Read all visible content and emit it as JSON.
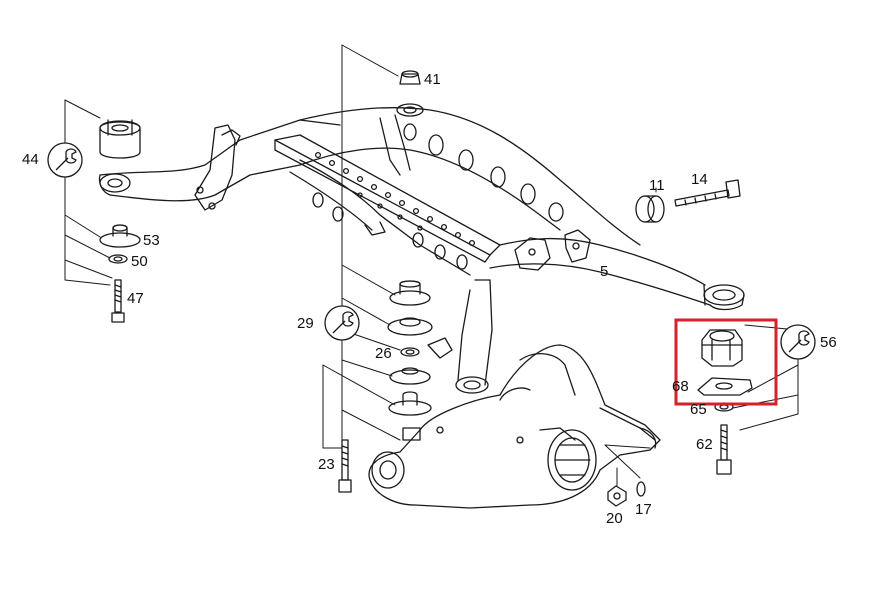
{
  "diagram": {
    "part_numbers": {
      "p41": "41",
      "p44": "44",
      "p53": "53",
      "p50": "50",
      "p47": "47",
      "p11": "11",
      "p14": "14",
      "p5": "5",
      "p29": "29",
      "p26": "26",
      "p56": "56",
      "p68": "68",
      "p65": "65",
      "p62": "62",
      "p23": "23",
      "p20": "20",
      "p17": "17"
    },
    "wrench_icons": [
      "wrench-icon",
      "wrench-icon",
      "wrench-icon"
    ],
    "highlight": {
      "color": "#d6202a",
      "target": "p56-mount-bushing"
    },
    "line_color": "#1a1a1a"
  }
}
